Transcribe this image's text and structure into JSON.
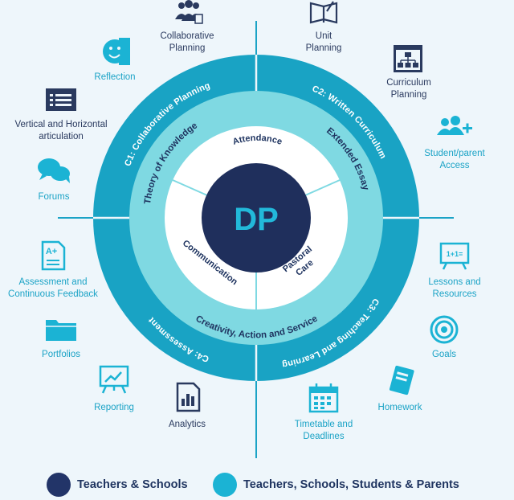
{
  "center": {
    "label": "DP"
  },
  "colors": {
    "teachers": "#223468",
    "everyone": "#1bb3d4",
    "outer_ring": "#19a3c4",
    "middle_ring": "#7fd9e2",
    "inner_ring": "#ffffff",
    "center_fill": "#1f2f5c",
    "center_text": "#22b9da",
    "background": "#eef6fb"
  },
  "outer_ring": {
    "quadrants": [
      {
        "label": "C1: Collaborative Planning"
      },
      {
        "label": "C2: Written Curriculum"
      },
      {
        "label": "C3: Teaching and Learning"
      },
      {
        "label": "C4: Assessment"
      }
    ]
  },
  "middle_ring": {
    "items": [
      {
        "label": "Theory of Knowledge"
      },
      {
        "label": "Extended Essay"
      },
      {
        "label": "Creativity, Action and Service"
      }
    ]
  },
  "inner_ring": {
    "items": [
      {
        "label": "Attendance"
      },
      {
        "label": "Pastoral"
      },
      {
        "label": "Care"
      },
      {
        "label": "Communication"
      }
    ]
  },
  "features": [
    {
      "id": "collaborative-planning",
      "lines": [
        "Collaborative",
        "Planning"
      ],
      "icon": "people-group-icon",
      "audience": "teachers"
    },
    {
      "id": "unit-planning",
      "lines": [
        "Unit",
        "Planning"
      ],
      "icon": "open-book-icon",
      "audience": "teachers"
    },
    {
      "id": "reflection",
      "lines": [
        "Reflection"
      ],
      "icon": "smile-face-icon",
      "audience": "everyone"
    },
    {
      "id": "curriculum-planning",
      "lines": [
        "Curriculum",
        "Planning"
      ],
      "icon": "hierarchy-chart-icon",
      "audience": "teachers"
    },
    {
      "id": "vertical-horizontal",
      "lines": [
        "Vertical and Horizontal",
        "articulation"
      ],
      "icon": "list-window-icon",
      "audience": "teachers"
    },
    {
      "id": "student-parent-access",
      "lines": [
        "Student/parent",
        "Access"
      ],
      "icon": "add-users-icon",
      "audience": "everyone"
    },
    {
      "id": "forums",
      "lines": [
        "Forums"
      ],
      "icon": "chat-bubbles-icon",
      "audience": "everyone"
    },
    {
      "id": "assessment-feedback",
      "lines": [
        "Assessment and",
        "Continuous Feedback"
      ],
      "icon": "graded-paper-icon",
      "audience": "everyone"
    },
    {
      "id": "lessons-resources",
      "lines": [
        "Lessons and",
        "Resources"
      ],
      "icon": "whiteboard-icon",
      "audience": "everyone"
    },
    {
      "id": "portfolios",
      "lines": [
        "Portfolios"
      ],
      "icon": "folder-icon",
      "audience": "everyone"
    },
    {
      "id": "goals",
      "lines": [
        "Goals"
      ],
      "icon": "target-icon",
      "audience": "everyone"
    },
    {
      "id": "reporting",
      "lines": [
        "Reporting"
      ],
      "icon": "easel-chart-icon",
      "audience": "everyone"
    },
    {
      "id": "homework",
      "lines": [
        "Homework"
      ],
      "icon": "notebook-icon",
      "audience": "everyone"
    },
    {
      "id": "analytics",
      "lines": [
        "Analytics"
      ],
      "icon": "analytics-report-icon",
      "audience": "teachers"
    },
    {
      "id": "timetable-deadlines",
      "lines": [
        "Timetable and",
        "Deadlines"
      ],
      "icon": "calendar-icon",
      "audience": "everyone"
    }
  ],
  "legend": [
    {
      "label": "Teachers & Schools",
      "color_key": "teachers"
    },
    {
      "label": "Teachers, Schools, Students & Parents",
      "color_key": "everyone"
    }
  ]
}
